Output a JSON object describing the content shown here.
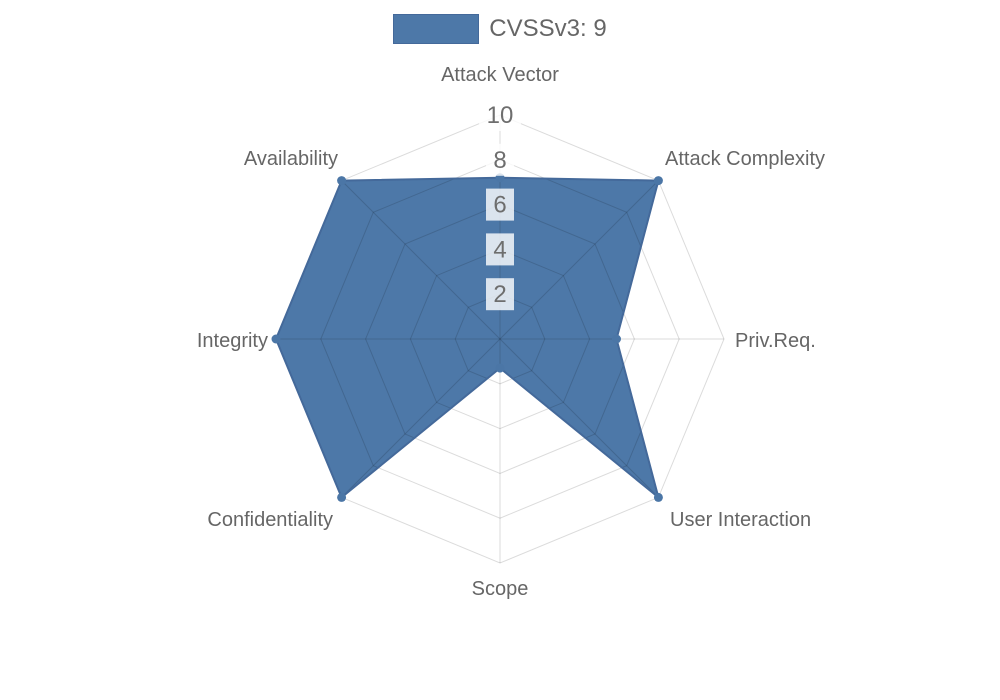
{
  "legend": {
    "position": "top",
    "items": [
      {
        "label": "CVSSv3: 9",
        "color": "#4d78a8"
      }
    ]
  },
  "chart_data": {
    "type": "radar",
    "title": "",
    "categories": [
      "Attack Vector",
      "Attack Complexity",
      "Priv.Req.",
      "User Interaction",
      "Scope",
      "Confidentiality",
      "Integrity",
      "Availability"
    ],
    "series": [
      {
        "name": "CVSSv3: 9",
        "values": [
          7.2,
          10,
          5.2,
          10,
          1.3,
          10,
          10,
          10
        ]
      }
    ],
    "r_axis": {
      "min": 0,
      "max": 10,
      "ticks": [
        2,
        4,
        6,
        8,
        10
      ],
      "tick_axis": "top",
      "start_angle_deg": 0,
      "direction": "clockwise"
    },
    "grid": {
      "show": true,
      "shape": "polygon",
      "rings": 5,
      "angle_lines": true
    },
    "legend_position": "top",
    "colors": {
      "series_fill": "#4d78a8",
      "series_border": "#44699a",
      "point": "#4b76a6",
      "grid_line": "rgba(0,0,0,0.14)",
      "label_text": "#666666",
      "tick_text": "#6e6e6e",
      "tick_backdrop": "rgba(255,255,255,0.8)",
      "background": "#ffffff"
    }
  }
}
